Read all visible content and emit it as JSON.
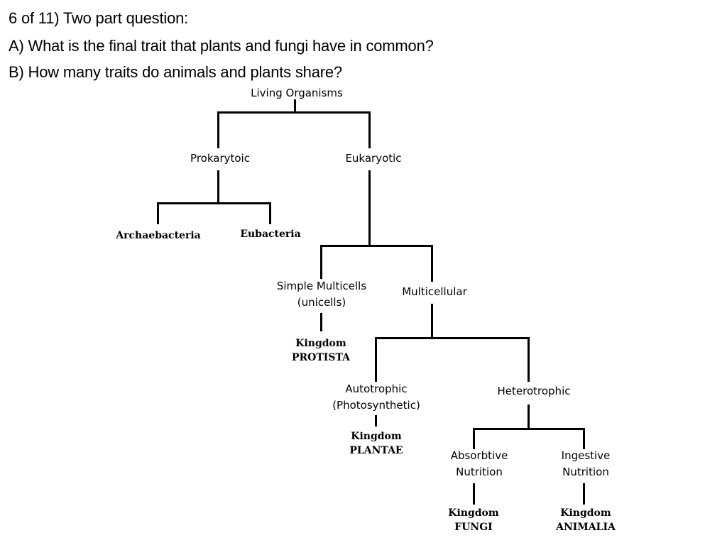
{
  "question": {
    "line1": "6 of 11) Two part question:",
    "line2": "A) What is the final trait that plants and fungi have in common?",
    "line3": "B) How many traits do animals and plants share?"
  },
  "tree": {
    "root": "Living Organisms",
    "prokaryotic": "Prokarytoic",
    "eukaryotic": "Eukaryotic",
    "archaebacteria": "Archaebacteria",
    "eubacteria": "Eubacteria",
    "simple_multicells": [
      "Simple Multicells",
      "(unicells)"
    ],
    "multicellular": "Multicellular",
    "protista": [
      "Kingdom",
      "PROTISTA"
    ],
    "autotrophic": [
      "Autotrophic",
      "(Photosynthetic)"
    ],
    "heterotrophic": "Heterotrophic",
    "plantae": [
      "Kingdom",
      "PLANTAE"
    ],
    "absorbtive": [
      "Absorbtive",
      "Nutrition"
    ],
    "ingestive": [
      "Ingestive",
      "Nutrition"
    ],
    "fungi": [
      "Kingdom",
      "FUNGI"
    ],
    "animalia": [
      "Kingdom",
      "ANIMALIA"
    ]
  }
}
